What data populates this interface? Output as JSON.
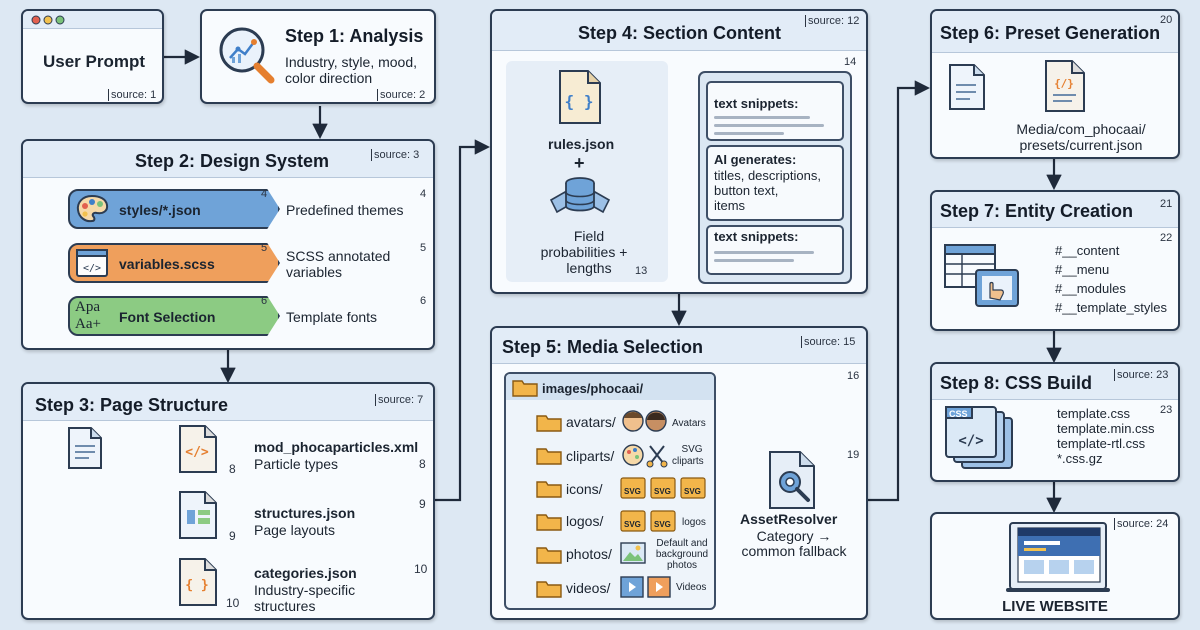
{
  "user_prompt": {
    "label": "User Prompt",
    "source": "source: 1"
  },
  "step1": {
    "title": "Step 1: Analysis",
    "desc_line1": "Industry, style, mood,",
    "desc_line2": "color direction",
    "source": "source: 2"
  },
  "step2": {
    "title": "Step 2: Design System",
    "source": "source: 3",
    "items": [
      {
        "label": "styles/*.json",
        "num": "4",
        "desc": "Predefined themes",
        "desc_num": "4",
        "color": "#6fa3d8"
      },
      {
        "label": "variables.scss",
        "num": "5",
        "desc_line1": "SCSS annotated",
        "desc_line2": "variables",
        "desc_num": "5",
        "color": "#ef9f5c"
      },
      {
        "label": "Font Selection",
        "num": "6",
        "desc": "Template fonts",
        "desc_num": "6",
        "color": "#8ccb83",
        "glyph_line1": "Apa",
        "glyph_line2": "Aa+"
      }
    ]
  },
  "step3": {
    "title": "Step 3: Page Structure",
    "source": "source: 7",
    "items": [
      {
        "name": "mod_phocaparticles.xml",
        "desc": "Particle types",
        "badge": "8",
        "num": "8"
      },
      {
        "name": "structures.json",
        "desc": "Page layouts",
        "badge": "9",
        "num": "9"
      },
      {
        "name": "categories.json",
        "desc_line1": "Industry-specific",
        "desc_line2": "structures",
        "badge": "10",
        "num": "10"
      }
    ]
  },
  "step4": {
    "title": "Step 4: Section Content",
    "source": "source: 12",
    "right_num": "14",
    "rules": "rules.json",
    "plus": "+",
    "field_line1": "Field",
    "field_line2": "probabilities +",
    "field_line3": "lengths",
    "field_num": "13",
    "snippet1": "text snippets:",
    "ai_title": "AI generates:",
    "ai_line1": "titles, descriptions,",
    "ai_line2": "button text,",
    "ai_line3": "items",
    "snippet2": "text snippets:"
  },
  "step5": {
    "title": "Step 5: Media Selection",
    "source": "source: 15",
    "num_top": "16",
    "num_mid": "19",
    "root": "images/phocaai/",
    "folders": [
      {
        "name": "avatars/",
        "label": "Avatars"
      },
      {
        "name": "cliparts/",
        "label_line1": "SVG",
        "label_line2": "cliparts"
      },
      {
        "name": "icons/",
        "svg": "SVG"
      },
      {
        "name": "logos/",
        "label": "logos",
        "svg": "SVG"
      },
      {
        "name": "photos/",
        "label_line1": "Default and",
        "label_line2": "background",
        "label_line3": "photos"
      },
      {
        "name": "videos/",
        "label": "Videos"
      }
    ],
    "resolver": "AssetResolver",
    "resolver_line1": "Category →",
    "resolver_line2": "common fallback"
  },
  "step6": {
    "title": "Step 6: Preset Generation",
    "num": "20",
    "path_line1": "Media/com_phocaai/",
    "path_line2": "presets/current.json"
  },
  "step7": {
    "title": "Step 7: Entity Creation",
    "num": "21",
    "list_num": "22",
    "items": [
      "#__content",
      "#__menu",
      "#__modules",
      "#__template_styles"
    ]
  },
  "step8": {
    "title": "Step 8: CSS Build",
    "source": "source: 23",
    "list_num": "23",
    "css_tag": "CSS",
    "files": [
      "template.css",
      "template.min.css",
      "template-rtl.css",
      "*.css.gz"
    ]
  },
  "live": {
    "label": "LIVE WEBSITE",
    "source": "source: 24"
  },
  "colors": {
    "panel_border": "#2c3c52",
    "connector": "#1f2a3a",
    "folder": "#f2b54a",
    "doc_blue": "#9cc0e6"
  }
}
